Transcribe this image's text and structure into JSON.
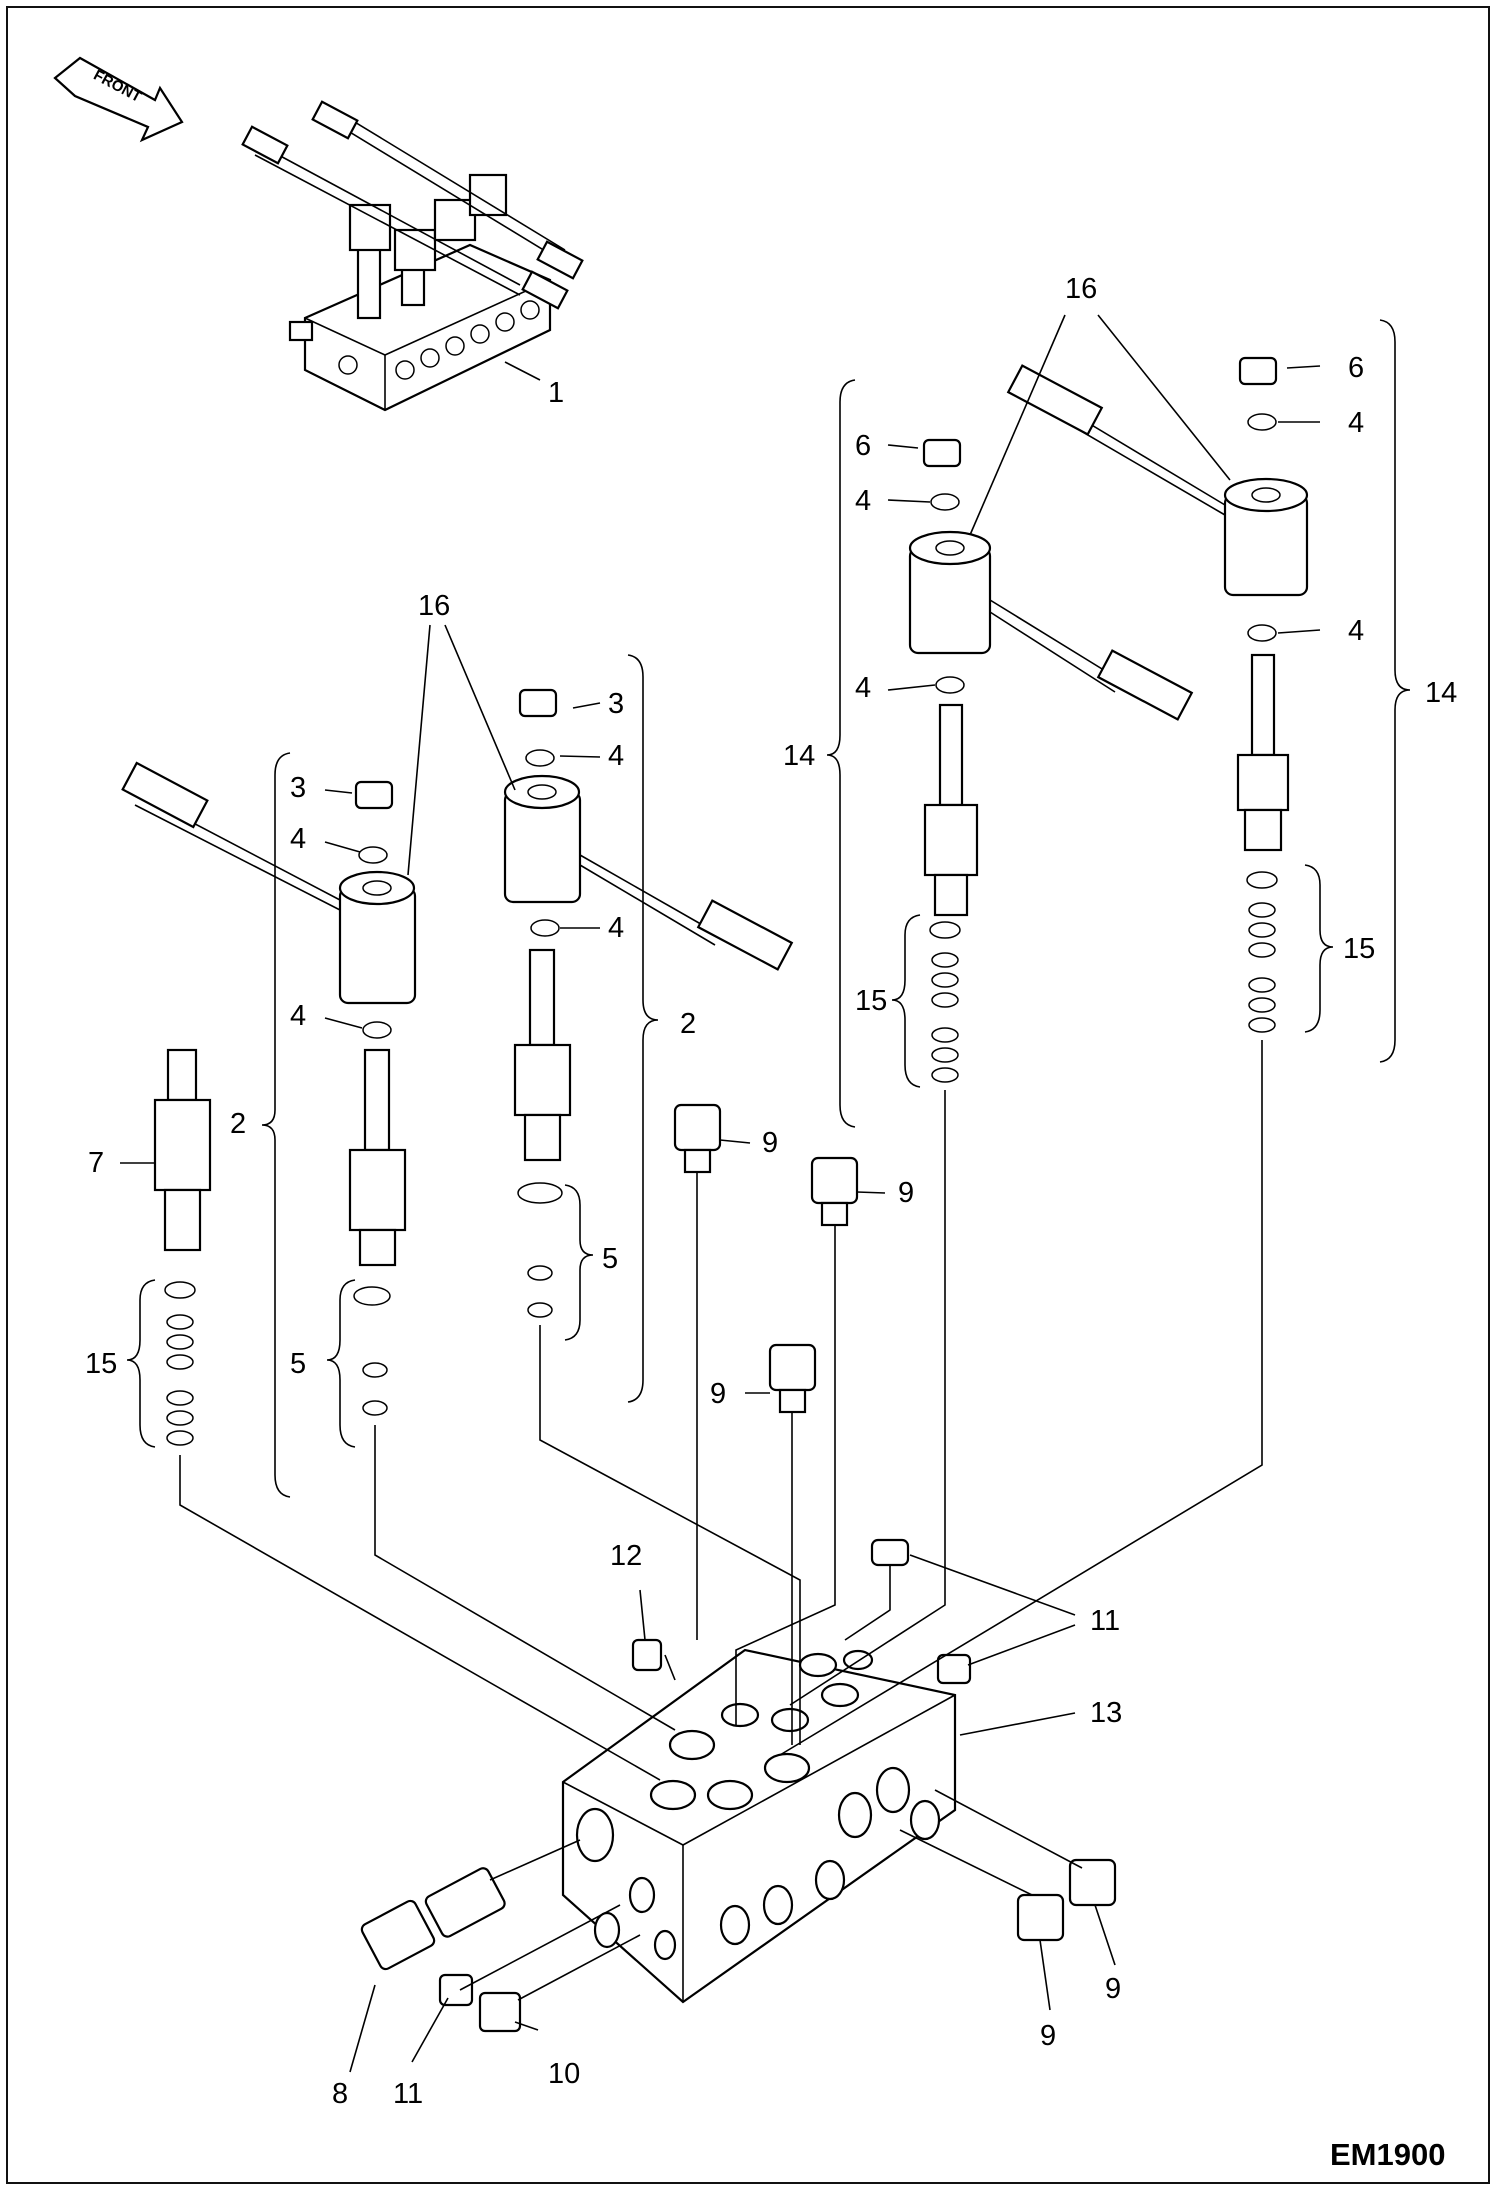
{
  "diagram": {
    "drawing_code": "EM1900",
    "direction_label": "FRONT",
    "callouts": {
      "c1": "1",
      "c2a": "2",
      "c2b": "2",
      "c3a": "3",
      "c3b": "3",
      "c4a": "4",
      "c4b": "4",
      "c4c": "4",
      "c4d": "4",
      "c4e": "4",
      "c4f": "4",
      "c4g": "4",
      "c4h": "4",
      "c5a": "5",
      "c5b": "5",
      "c6a": "6",
      "c6b": "6",
      "c7": "7",
      "c8": "8",
      "c9a": "9",
      "c9b": "9",
      "c9c": "9",
      "c9d": "9",
      "c9e": "9",
      "c10": "10",
      "c11a": "11",
      "c11b": "11",
      "c12": "12",
      "c13": "13",
      "c14a": "14",
      "c14b": "14",
      "c15a": "15",
      "c15b": "15",
      "c15c": "15",
      "c16a": "16",
      "c16b": "16"
    }
  }
}
